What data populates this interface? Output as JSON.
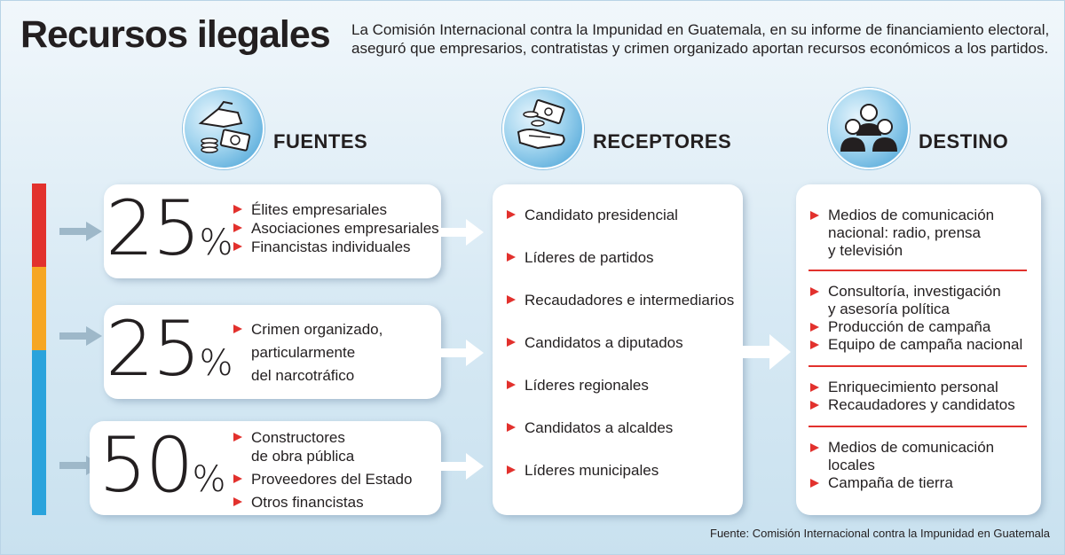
{
  "title": "Recursos ilegales",
  "intro": "La Comisión Internacional contra la Impunidad en Guatemala, en su informe de financiamiento electoral, aseguró que empresarios, contratistas y crimen organizado aportan recursos económicos a los partidos.",
  "columns": {
    "fuentes": {
      "label": "FUENTES",
      "icon": "hand-money-icon"
    },
    "receptores": {
      "label": "RECEPTORES",
      "icon": "receiving-hands-icon"
    },
    "destino": {
      "label": "DESTINO",
      "icon": "people-group-icon"
    }
  },
  "colors": {
    "red": "#e2312d",
    "orange": "#f6a623",
    "blue": "#2aa3dc",
    "bullet": "#e2312d"
  },
  "fuentes": [
    {
      "percent": "25",
      "sign": "%",
      "share": 25,
      "items": [
        "Élites empresariales",
        "Asociaciones empresariales",
        "Financistas individuales"
      ]
    },
    {
      "percent": "25",
      "sign": "%",
      "share": 25,
      "items": [
        "Crimen organizado,",
        "particularmente",
        "del narcotráfico"
      ]
    },
    {
      "percent": "50",
      "sign": "%",
      "share": 50,
      "items": [
        "Constructores",
        "de obra pública",
        "Proveedores del Estado",
        "Otros financistas"
      ]
    }
  ],
  "receptores": [
    "Candidato presidencial",
    "Líderes de partidos",
    "Recaudadores e intermediarios",
    "Candidatos a diputados",
    "Líderes regionales",
    "Candidatos a alcaldes",
    "Líderes municipales"
  ],
  "destino": [
    [
      "Medios de comunicación",
      "nacional: radio, prensa",
      "y televisión"
    ],
    [
      "Consultoría, investigación",
      "y asesoría política",
      "Producción de campaña",
      "Equipo de campaña nacional"
    ],
    [
      "Enriquecimiento personal",
      "Recaudadores y candidatos"
    ],
    [
      "Medios de comunicación",
      "locales",
      "Campaña de tierra"
    ]
  ],
  "source": "Fuente: Comisión Internacional contra la Impunidad en Guatemala"
}
